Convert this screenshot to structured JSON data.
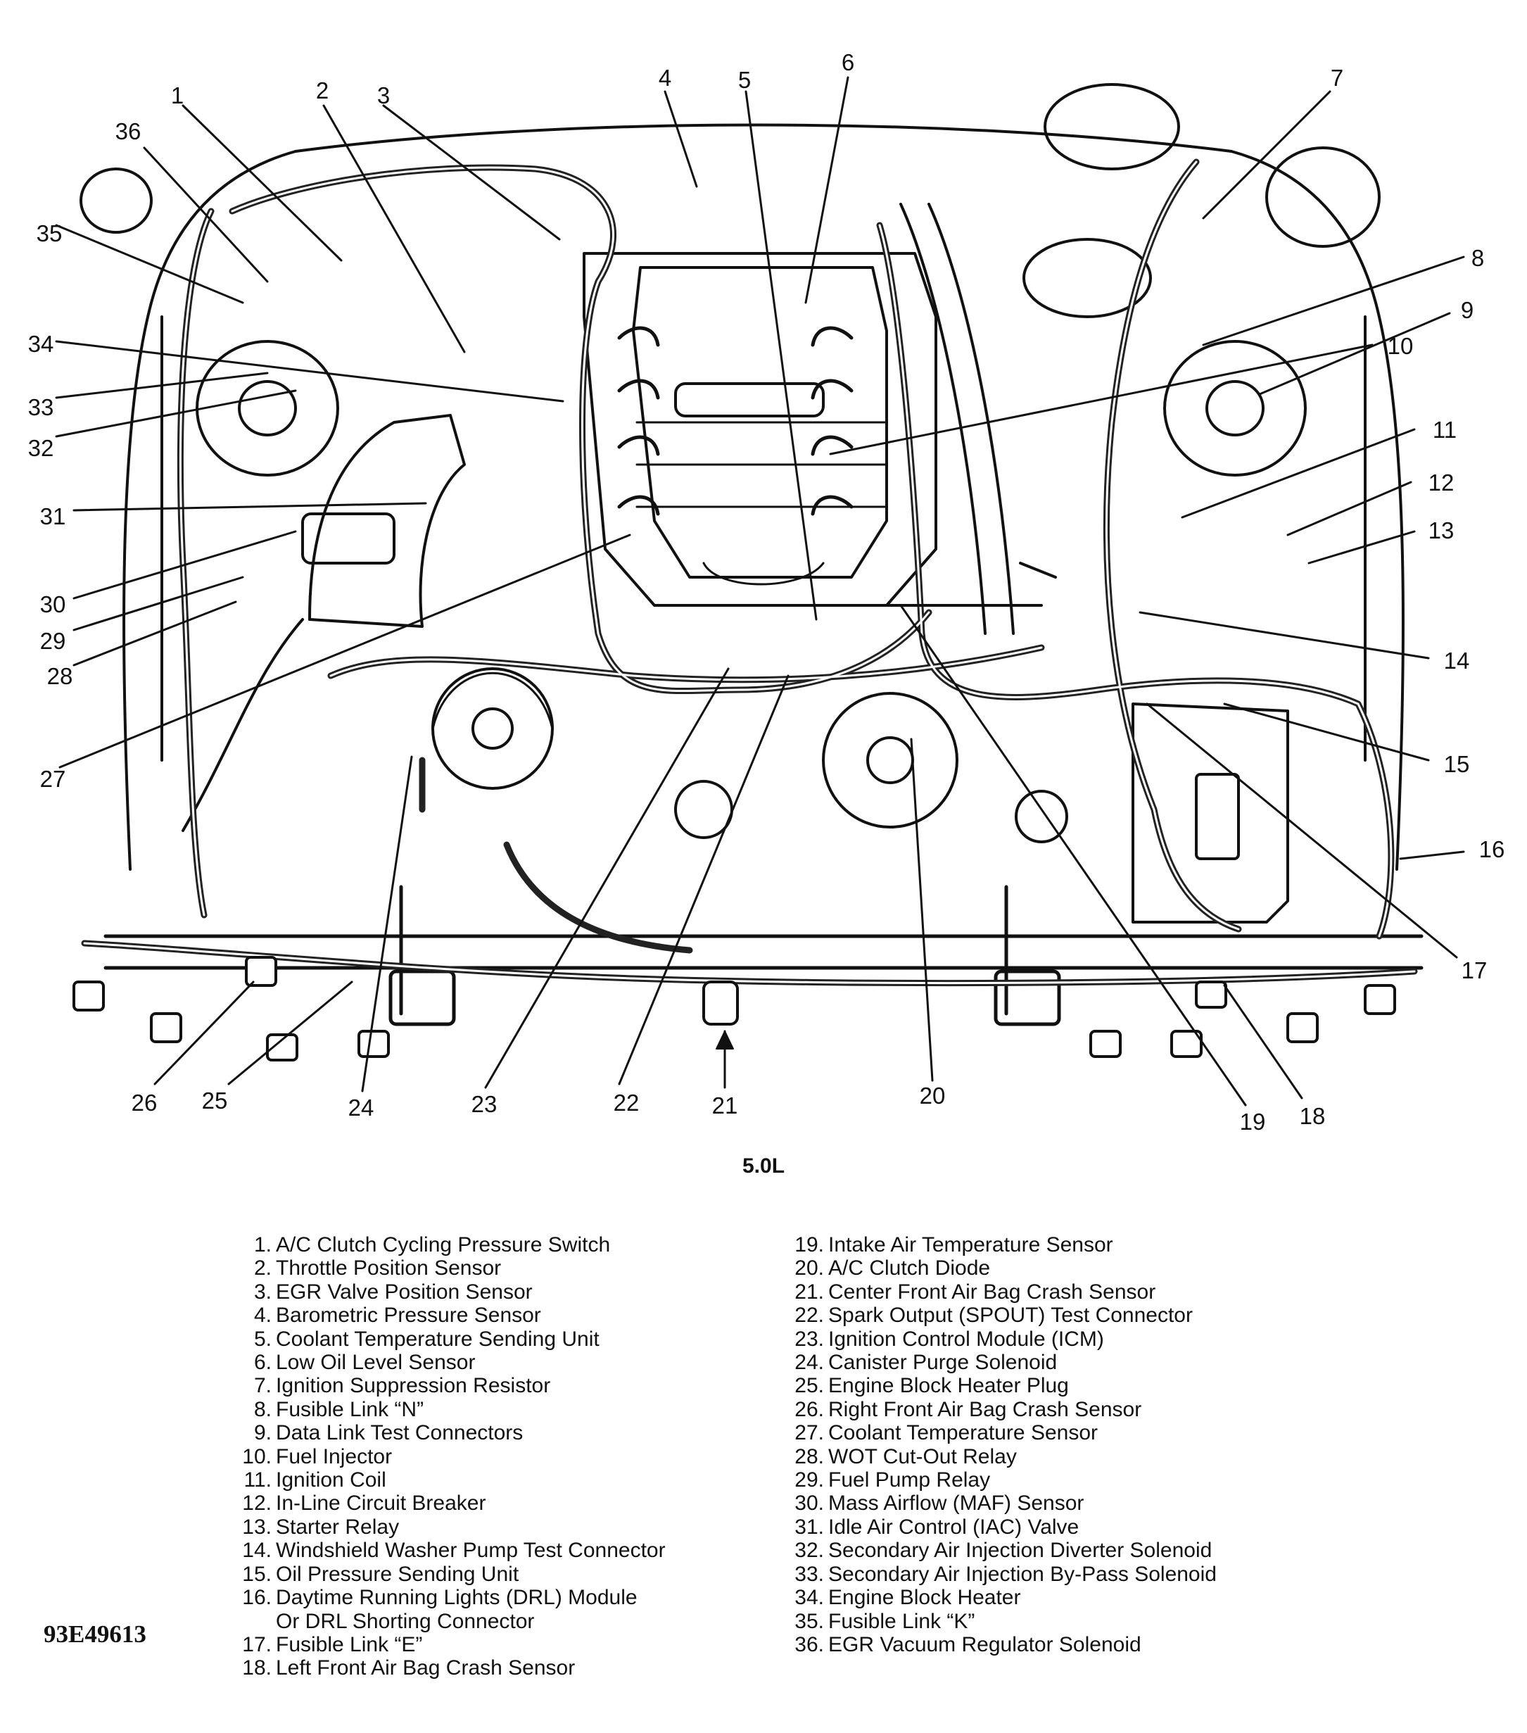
{
  "caption": "5.0L",
  "figure_id": "93E49613",
  "legend_left": [
    {
      "num": "1.",
      "label": "A/C Clutch Cycling Pressure Switch"
    },
    {
      "num": "2.",
      "label": "Throttle Position Sensor"
    },
    {
      "num": "3.",
      "label": "EGR Valve Position Sensor"
    },
    {
      "num": "4.",
      "label": "Barometric Pressure Sensor"
    },
    {
      "num": "5.",
      "label": "Coolant Temperature Sending Unit"
    },
    {
      "num": "6.",
      "label": "Low Oil Level Sensor"
    },
    {
      "num": "7.",
      "label": "Ignition Suppression Resistor"
    },
    {
      "num": "8.",
      "label": "Fusible Link “N”"
    },
    {
      "num": "9.",
      "label": "Data Link Test Connectors"
    },
    {
      "num": "10.",
      "label": "Fuel Injector"
    },
    {
      "num": "11.",
      "label": "Ignition Coil"
    },
    {
      "num": "12.",
      "label": "In-Line Circuit Breaker"
    },
    {
      "num": "13.",
      "label": "Starter Relay"
    },
    {
      "num": "14.",
      "label": "Windshield Washer Pump Test Connector"
    },
    {
      "num": "15.",
      "label": "Oil Pressure Sending Unit"
    },
    {
      "num": "16.",
      "label": "Daytime Running Lights (DRL) Module",
      "cont": "Or DRL Shorting Connector"
    },
    {
      "num": "17.",
      "label": "Fusible Link “E”"
    },
    {
      "num": "18.",
      "label": "Left Front Air Bag Crash Sensor"
    }
  ],
  "legend_right": [
    {
      "num": "19.",
      "label": "Intake Air Temperature Sensor"
    },
    {
      "num": "20.",
      "label": "A/C Clutch Diode"
    },
    {
      "num": "21.",
      "label": "Center Front Air Bag Crash Sensor"
    },
    {
      "num": "22.",
      "label": "Spark Output (SPOUT) Test Connector"
    },
    {
      "num": "23.",
      "label": "Ignition Control Module (ICM)"
    },
    {
      "num": "24.",
      "label": "Canister Purge Solenoid"
    },
    {
      "num": "25.",
      "label": "Engine Block Heater Plug"
    },
    {
      "num": "26.",
      "label": "Right Front Air Bag Crash Sensor"
    },
    {
      "num": "27.",
      "label": "Coolant Temperature Sensor"
    },
    {
      "num": "28.",
      "label": "WOT Cut-Out Relay"
    },
    {
      "num": "29.",
      "label": "Fuel Pump Relay"
    },
    {
      "num": "30.",
      "label": "Mass Airflow (MAF) Sensor"
    },
    {
      "num": "31.",
      "label": "Idle Air Control (IAC) Valve"
    },
    {
      "num": "32.",
      "label": "Secondary Air Injection Diverter Solenoid"
    },
    {
      "num": "33.",
      "label": "Secondary Air Injection By-Pass Solenoid"
    },
    {
      "num": "34.",
      "label": "Engine Block Heater"
    },
    {
      "num": "35.",
      "label": "Fusible Link “K”"
    },
    {
      "num": "36.",
      "label": "EGR Vacuum Regulator Solenoid"
    }
  ],
  "callouts": [
    "1",
    "2",
    "3",
    "4",
    "5",
    "6",
    "7",
    "8",
    "9",
    "10",
    "11",
    "12",
    "13",
    "14",
    "15",
    "16",
    "17",
    "18",
    "19",
    "20",
    "21",
    "22",
    "23",
    "24",
    "25",
    "26",
    "27",
    "28",
    "29",
    "30",
    "31",
    "32",
    "33",
    "34",
    "35",
    "36"
  ]
}
